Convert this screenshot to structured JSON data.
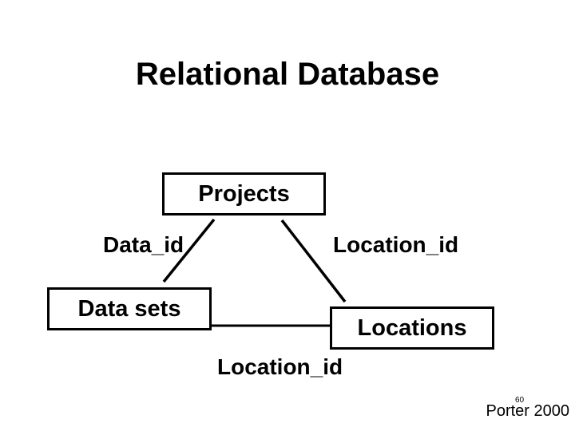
{
  "slide": {
    "title": "Relational Database",
    "footer": {
      "citation": "Porter 2000",
      "slide_number": "60"
    }
  },
  "diagram": {
    "entities": [
      {
        "id": "projects",
        "label": "Projects"
      },
      {
        "id": "data-sets",
        "label": "Data sets"
      },
      {
        "id": "locations",
        "label": "Locations"
      }
    ],
    "edge_labels": [
      {
        "id": "data-id",
        "label": "Data_id"
      },
      {
        "id": "location-id-top",
        "label": "Location_id"
      },
      {
        "id": "location-id-bottom",
        "label": "Location_id"
      }
    ],
    "colors": {
      "background": "#ffffff",
      "text": "#000000",
      "line": "#000000",
      "box_border": "#000000"
    }
  }
}
